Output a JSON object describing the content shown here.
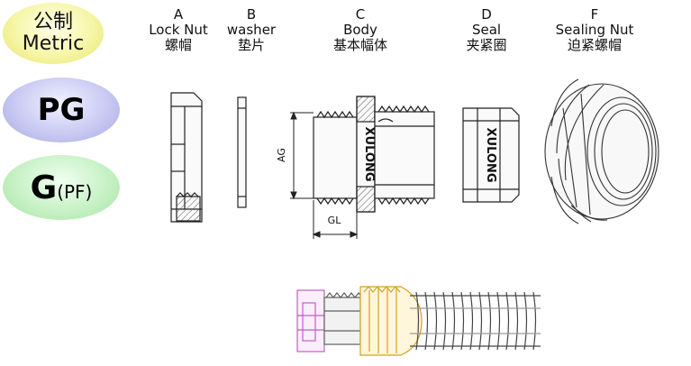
{
  "badges": {
    "metric_cn": "公制",
    "metric_en": "Metric",
    "pg": "PG",
    "g": "G",
    "g_suffix": "(PF)"
  },
  "parts": [
    {
      "letter": "A",
      "name": "Lock Nut",
      "cn": "螺帽"
    },
    {
      "letter": "B",
      "name": "washer",
      "cn": "垫片"
    },
    {
      "letter": "C",
      "name": "Body",
      "cn": "基本幅体"
    },
    {
      "letter": "D",
      "name": "Seal",
      "cn": "夹紧圈"
    },
    {
      "letter": "F",
      "name": "Sealing Nut",
      "cn": "迫紧螺帽"
    }
  ],
  "dimensions": {
    "ag": "AG",
    "gl": "GL"
  },
  "brand": "XULONG",
  "colors": {
    "metric_badge": "#f2f29a",
    "pg_badge": "#c6c6f2",
    "g_badge": "#c4f0c2",
    "assembly_nut": "#c060c0",
    "assembly_seal": "#d4a020",
    "line": "#222222"
  }
}
